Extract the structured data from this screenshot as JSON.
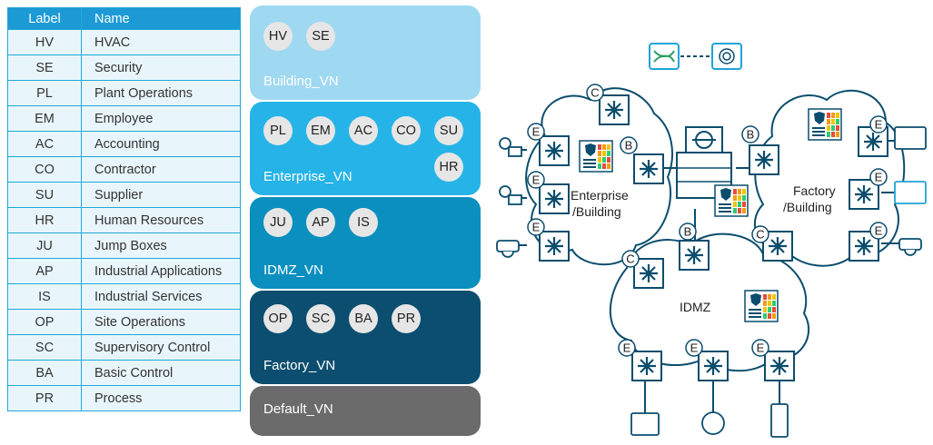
{
  "table": {
    "header_label": "Label",
    "header_name": "Name",
    "rows": [
      {
        "label": "HV",
        "name": "HVAC"
      },
      {
        "label": "SE",
        "name": "Security"
      },
      {
        "label": "PL",
        "name": "Plant Operations"
      },
      {
        "label": "EM",
        "name": "Employee"
      },
      {
        "label": "AC",
        "name": "Accounting"
      },
      {
        "label": "CO",
        "name": "Contractor"
      },
      {
        "label": "SU",
        "name": "Supplier"
      },
      {
        "label": "HR",
        "name": "Human Resources"
      },
      {
        "label": "JU",
        "name": "Jump Boxes"
      },
      {
        "label": "AP",
        "name": "Industrial Applications"
      },
      {
        "label": "IS",
        "name": "Industrial Services"
      },
      {
        "label": "OP",
        "name": "Site Operations"
      },
      {
        "label": "SC",
        "name": "Supervisory Control"
      },
      {
        "label": "BA",
        "name": "Basic Control"
      },
      {
        "label": "PR",
        "name": "Process"
      }
    ]
  },
  "virtual_networks": [
    {
      "name": "Building_VN",
      "groups": [
        "HV",
        "SE"
      ],
      "color": "#9fd9f1"
    },
    {
      "name": "Enterprise_VN",
      "groups": [
        "PL",
        "EM",
        "AC",
        "CO",
        "SU",
        "HR"
      ],
      "color": "#26b4e8"
    },
    {
      "name": "IDMZ_VN",
      "groups": [
        "JU",
        "AP",
        "IS"
      ],
      "color": "#0a8fbf"
    },
    {
      "name": "Factory_VN",
      "groups": [
        "OP",
        "SC",
        "BA",
        "PR"
      ],
      "color": "#0c4e6f"
    },
    {
      "name": "Default_VN",
      "groups": [],
      "color": "#6b6b6b"
    }
  ],
  "diagram": {
    "enterprise_label_1": "Enterprise",
    "enterprise_label_2": "/Building",
    "factory_label_1": "Factory",
    "factory_label_2": "/Building",
    "idmz_label": "IDMZ",
    "edge_letter": "E",
    "border_letter": "B",
    "control_letter": "C",
    "link_color": "#0b4d6d",
    "accent_color": "#1ea4d8"
  }
}
